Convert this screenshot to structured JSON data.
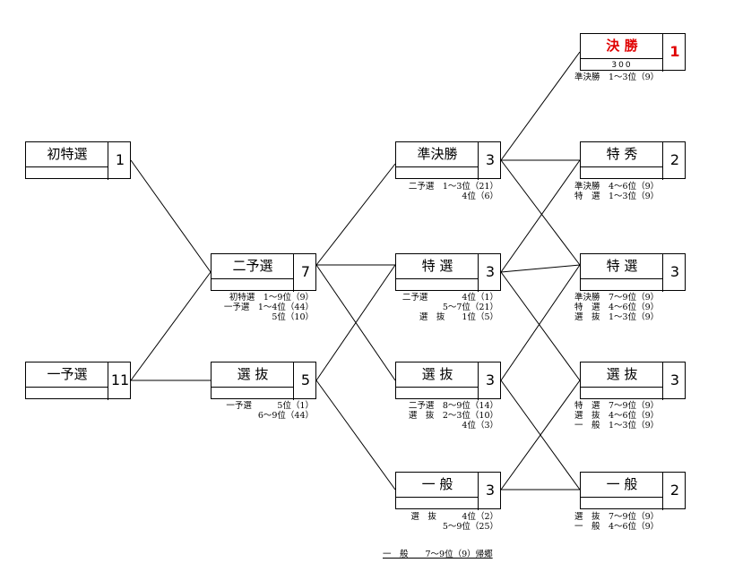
{
  "boxes": {
    "final": {
      "name": "決 勝",
      "count": "1",
      "sub": "300"
    },
    "hatsu": {
      "name": "初特選",
      "count": "1"
    },
    "ichiyo": {
      "name": "一予選",
      "count": "11"
    },
    "niyo": {
      "name": "二予選",
      "count": "7"
    },
    "senbatsu": {
      "name": "選 抜",
      "count": "5"
    },
    "junk": {
      "name": "準決勝",
      "count": "3"
    },
    "tokusen2": {
      "name": "特 選",
      "count": "3"
    },
    "sen2": {
      "name": "選 抜",
      "count": "3"
    },
    "ippan2": {
      "name": "一 般",
      "count": "3"
    },
    "tokushu": {
      "name": "特 秀",
      "count": "2"
    },
    "tokusen3": {
      "name": "特 選",
      "count": "3"
    },
    "sen3": {
      "name": "選 抜",
      "count": "3"
    },
    "ippan3": {
      "name": "一 般",
      "count": "2"
    }
  },
  "notes": {
    "final": [
      "準決勝　1～3位（9）"
    ],
    "niyo": [
      "初特選　1～9位（9）",
      "一予選　1～4位（44）",
      "5位（10）"
    ],
    "senbatsu": [
      "一予選　　　5位（1）",
      "6～9位（44）"
    ],
    "junk": [
      "二予選　1～3位（21）",
      "4位（6）"
    ],
    "tokusen2": [
      "二予選　　　　4位（1）",
      "5～7位（21）",
      "選　抜　　1位（5）"
    ],
    "sen2": [
      "二予選　8～9位（14）",
      "選　抜　2～3位（10）",
      "4位（3）"
    ],
    "ippan2": [
      "選　抜　　　4位（2）",
      "5～9位（25）"
    ],
    "tokushu": [
      "準決勝　4～6位（9）",
      "特　選　1～3位（9）"
    ],
    "tokusen3": [
      "準決勝　7～9位（9）",
      "特　選　4～6位（9）",
      "選　抜　1～3位（9）"
    ],
    "sen3": [
      "特　選　7～9位（9）",
      "選　抜　4～6位（9）",
      "一　般　1～3位（9）"
    ],
    "ippan3": [
      "選　抜　7～9位（9）",
      "一　般　4～6位（9）"
    ]
  },
  "footer": "一　般　　7～9位（9）帰郷"
}
